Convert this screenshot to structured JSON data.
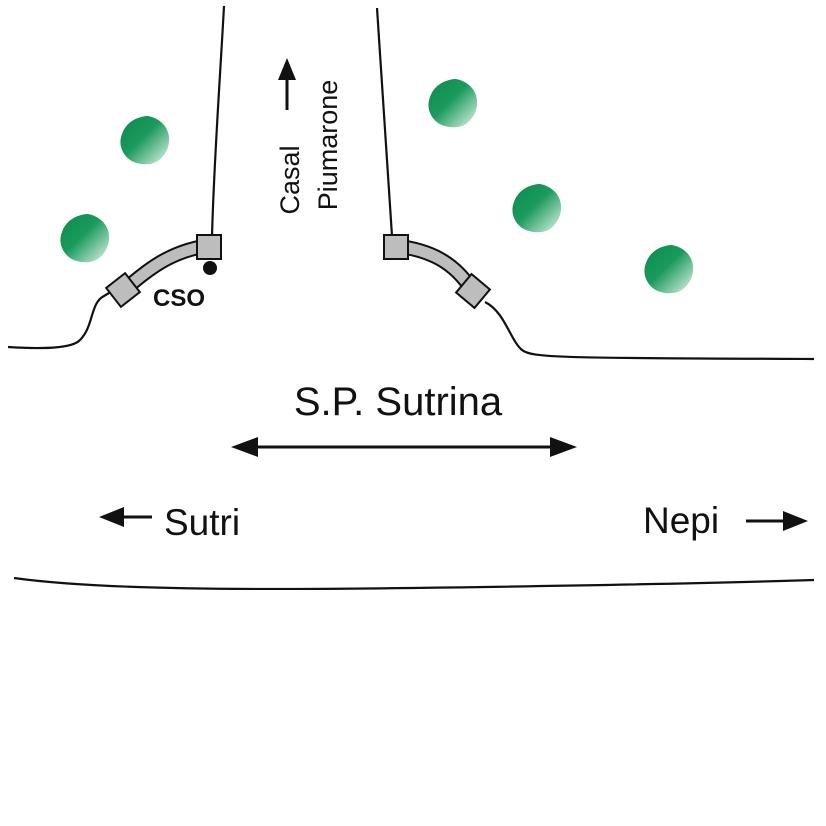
{
  "labels": {
    "main_road": "S.P. Sutrina",
    "west": "Sutri",
    "east": "Nepi",
    "north_line1": "Casal",
    "north_line2": "Piumarone",
    "cso": "CSO"
  },
  "icons": {
    "tree": "tree-icon",
    "pipe_junction": "pipe-junction-icon",
    "cso_marker": "cso-point-icon"
  },
  "colors": {
    "tree": "#1a9a5c",
    "pipe": "#bdbdbd",
    "line": "#111111",
    "background": "#ffffff"
  }
}
